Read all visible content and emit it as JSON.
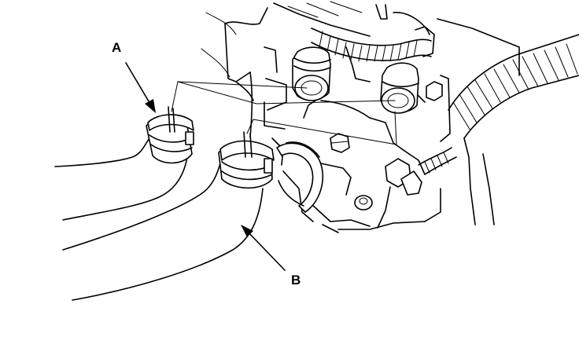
{
  "diagram": {
    "callouts": [
      {
        "id": "A",
        "label": "A"
      },
      {
        "id": "B",
        "label": "B"
      }
    ],
    "colors": {
      "line": "#000000",
      "background": "#ffffff"
    }
  }
}
